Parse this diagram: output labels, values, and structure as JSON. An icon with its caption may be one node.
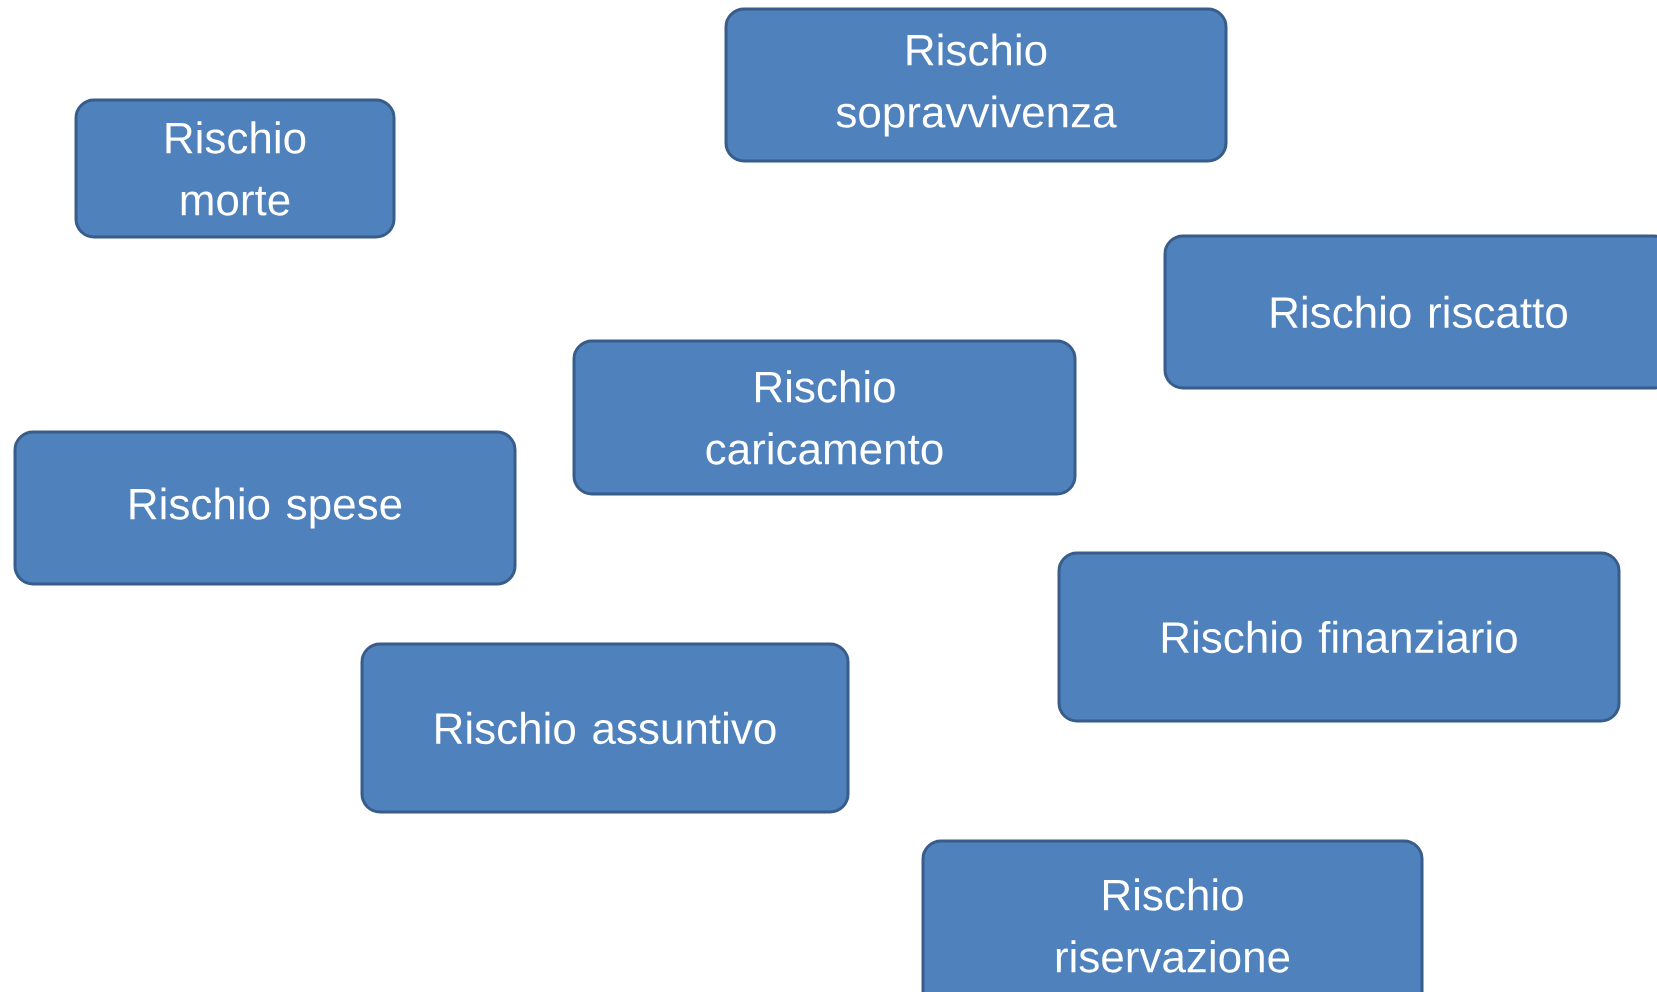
{
  "diagram": {
    "nodes": [
      {
        "text": [
          "Rischio sopravvivenza"
        ]
      },
      {
        "text": [
          "Rischio morte"
        ]
      },
      {
        "text": [
          "Rischio riscatto"
        ]
      },
      {
        "text": [
          "Rischio caricamento"
        ]
      },
      {
        "text": [
          "Rischio spese"
        ]
      },
      {
        "text": [
          "Rischio finanziario"
        ]
      },
      {
        "text": [
          "Rischio assuntivo"
        ]
      },
      {
        "text": [
          "Rischio riservazione"
        ]
      }
    ]
  }
}
